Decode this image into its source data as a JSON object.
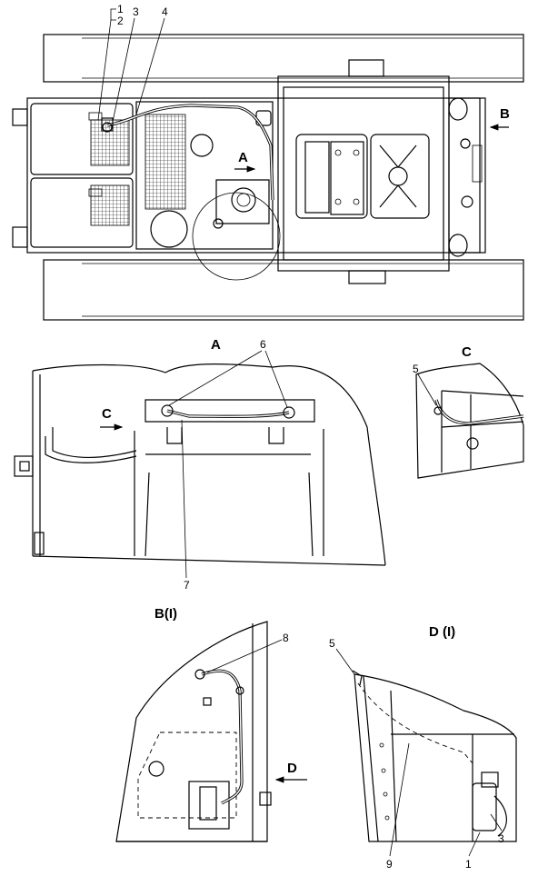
{
  "views": {
    "a": "A",
    "b": "B(I)",
    "c": "C",
    "d": "D (I)"
  },
  "arrows": {
    "top_a": "A",
    "top_b": "B",
    "a_c": "C",
    "b_d": "D"
  },
  "callouts": {
    "n1": "1",
    "n2": "2",
    "n3": "3",
    "n4": "4",
    "n5": "5",
    "n6": "6",
    "n7": "7",
    "n8": "8",
    "n9": "9",
    "n5_d": "5",
    "n1_d": "1",
    "n3_d": "3"
  }
}
